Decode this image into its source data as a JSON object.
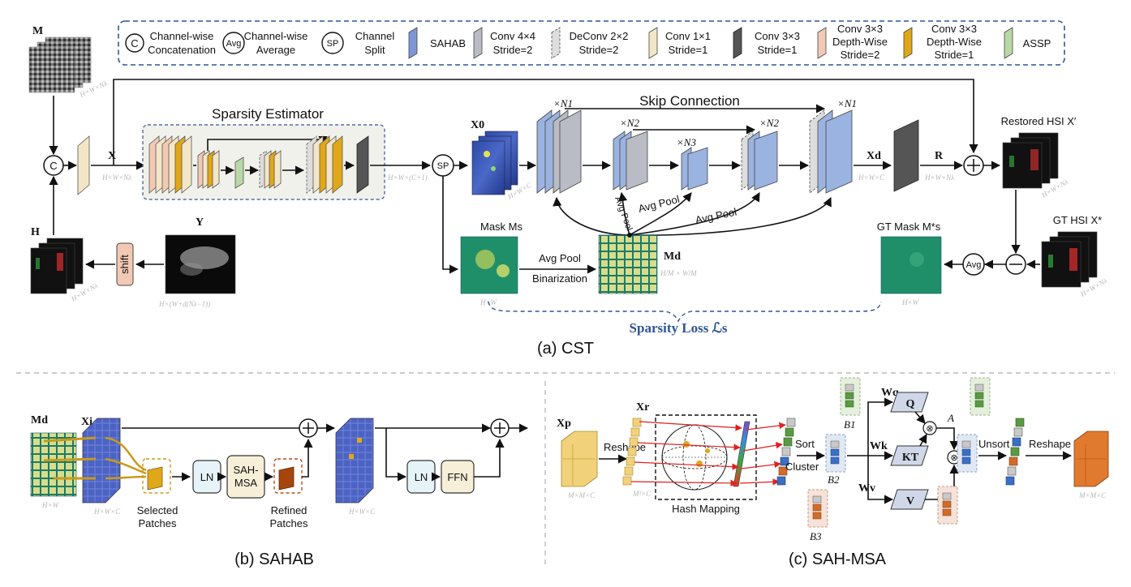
{
  "legend": {
    "concat_symbol": "C",
    "concat_label_1": "Channel-wise",
    "concat_label_2": "Concatenation",
    "avg_symbol": "Avg",
    "avg_label_1": "Channel-wise",
    "avg_label_2": "Average",
    "sp_symbol": "SP",
    "sp_label_1": "Channel",
    "sp_label_2": "Split",
    "sahab": "SAHAB",
    "conv44_1": "Conv 4×4",
    "conv44_2": "Stride=2",
    "deconv_1": "DeConv 2×2",
    "deconv_2": "Stride=2",
    "conv11_1": "Conv 1×1",
    "conv11_2": "Stride=1",
    "conv33_1": "Conv 3×3",
    "conv33_2": "Stride=1",
    "dw2_1": "Conv 3×3",
    "dw2_2": "Depth-Wise",
    "dw2_3": "Stride=2",
    "dw1_1": "Conv 3×3",
    "dw1_2": "Depth-Wise",
    "dw1_3": "Stride=1",
    "assp": "ASSP"
  },
  "cst": {
    "m_label": "M",
    "m_dim": "H×W×Nλ",
    "x_label": "X",
    "x_dim": "H×W×Nλ",
    "concat_symbol": "C",
    "sparsity_estimator": "Sparsity Estimator",
    "se_out_dim": "H×W×(C+1)",
    "sp_symbol": "SP",
    "x0_label": "X0",
    "x0_dim": "H×W×C",
    "skip_connection": "Skip Connection",
    "n1_left": "×N1",
    "n2_left": "×N2",
    "n3": "×N3",
    "n2_right": "×N2",
    "n1_right": "×N1",
    "avg_pool_1": "Avg Pool",
    "avg_pool_2": "Avg Pool",
    "avg_pool_3": "Avg Pool",
    "xd_label": "Xd",
    "xd_dim": "H×W×C",
    "r_label": "R",
    "r_dim": "H×W×Nλ",
    "restored_label": "Restored HSI X′",
    "restored_dim": "H×W×Nλ",
    "h_label": "H",
    "h_dim": "H×W×Nλ",
    "shift_label": "shift",
    "y_label": "Y",
    "y_dim": "H×(W+d(Nλ−1))",
    "mask_ms_label": "Mask Ms",
    "mask_ms_dim": "H×W",
    "avg_pool_mask": "Avg Pool",
    "binarization": "Binarization",
    "md_label": "Md",
    "md_dim": "H/M × W/M",
    "gt_mask_label": "GT Mask M*s",
    "gt_mask_dim": "H×W",
    "avg_symbol": "Avg",
    "gt_hsi_label": "GT HSI X*",
    "gt_hsi_dim": "H×W×Nλ",
    "sparsity_loss": "Sparsity Loss ℒs",
    "caption": "(a) CST"
  },
  "sahab": {
    "md_label": "Md",
    "md_dim": "H×W",
    "xi_label": "Xi",
    "xi_dim": "H×W×C",
    "selected_1": "Selected",
    "selected_2": "Patches",
    "ln_1": "LN",
    "sah_msa_1": "SAH-",
    "sah_msa_2": "MSA",
    "refined_1": "Refined",
    "refined_2": "Patches",
    "mid_dim": "H×W×C",
    "ln_2": "LN",
    "ffn": "FFN",
    "caption": "(b) SAHAB"
  },
  "sahmsa": {
    "xp_label": "Xp",
    "xp_dim": "M×M×C",
    "reshape_1": "Reshape",
    "xr_label": "Xr",
    "xr_dim": "M²×C",
    "hash_mapping": "Hash Mapping",
    "sort": "Sort",
    "cluster": "Cluster",
    "b1": "B1",
    "b2": "B2",
    "b3": "B3",
    "wq": "Wq",
    "wk": "Wk",
    "wv": "Wv",
    "q": "Q",
    "kt": "KT",
    "v": "V",
    "a": "A",
    "times_1": "⊗",
    "times_2": "⊗",
    "unsort": "Unsort",
    "reshape_2": "Reshape",
    "out_dim": "M×M×C",
    "caption": "(c) SAH-MSA"
  },
  "colors": {
    "sahab": "#9bb3e0",
    "conv44": "#b9bcc4",
    "conv11": "#f3e6c6",
    "conv33": "#555555",
    "dw2": "#f2c9b4",
    "dw1": "#e0a719",
    "assp": "#b9d8a6",
    "dashed_border": "#2f5597",
    "loss": "#2f5597",
    "mask_green": "#1f8f6a"
  }
}
